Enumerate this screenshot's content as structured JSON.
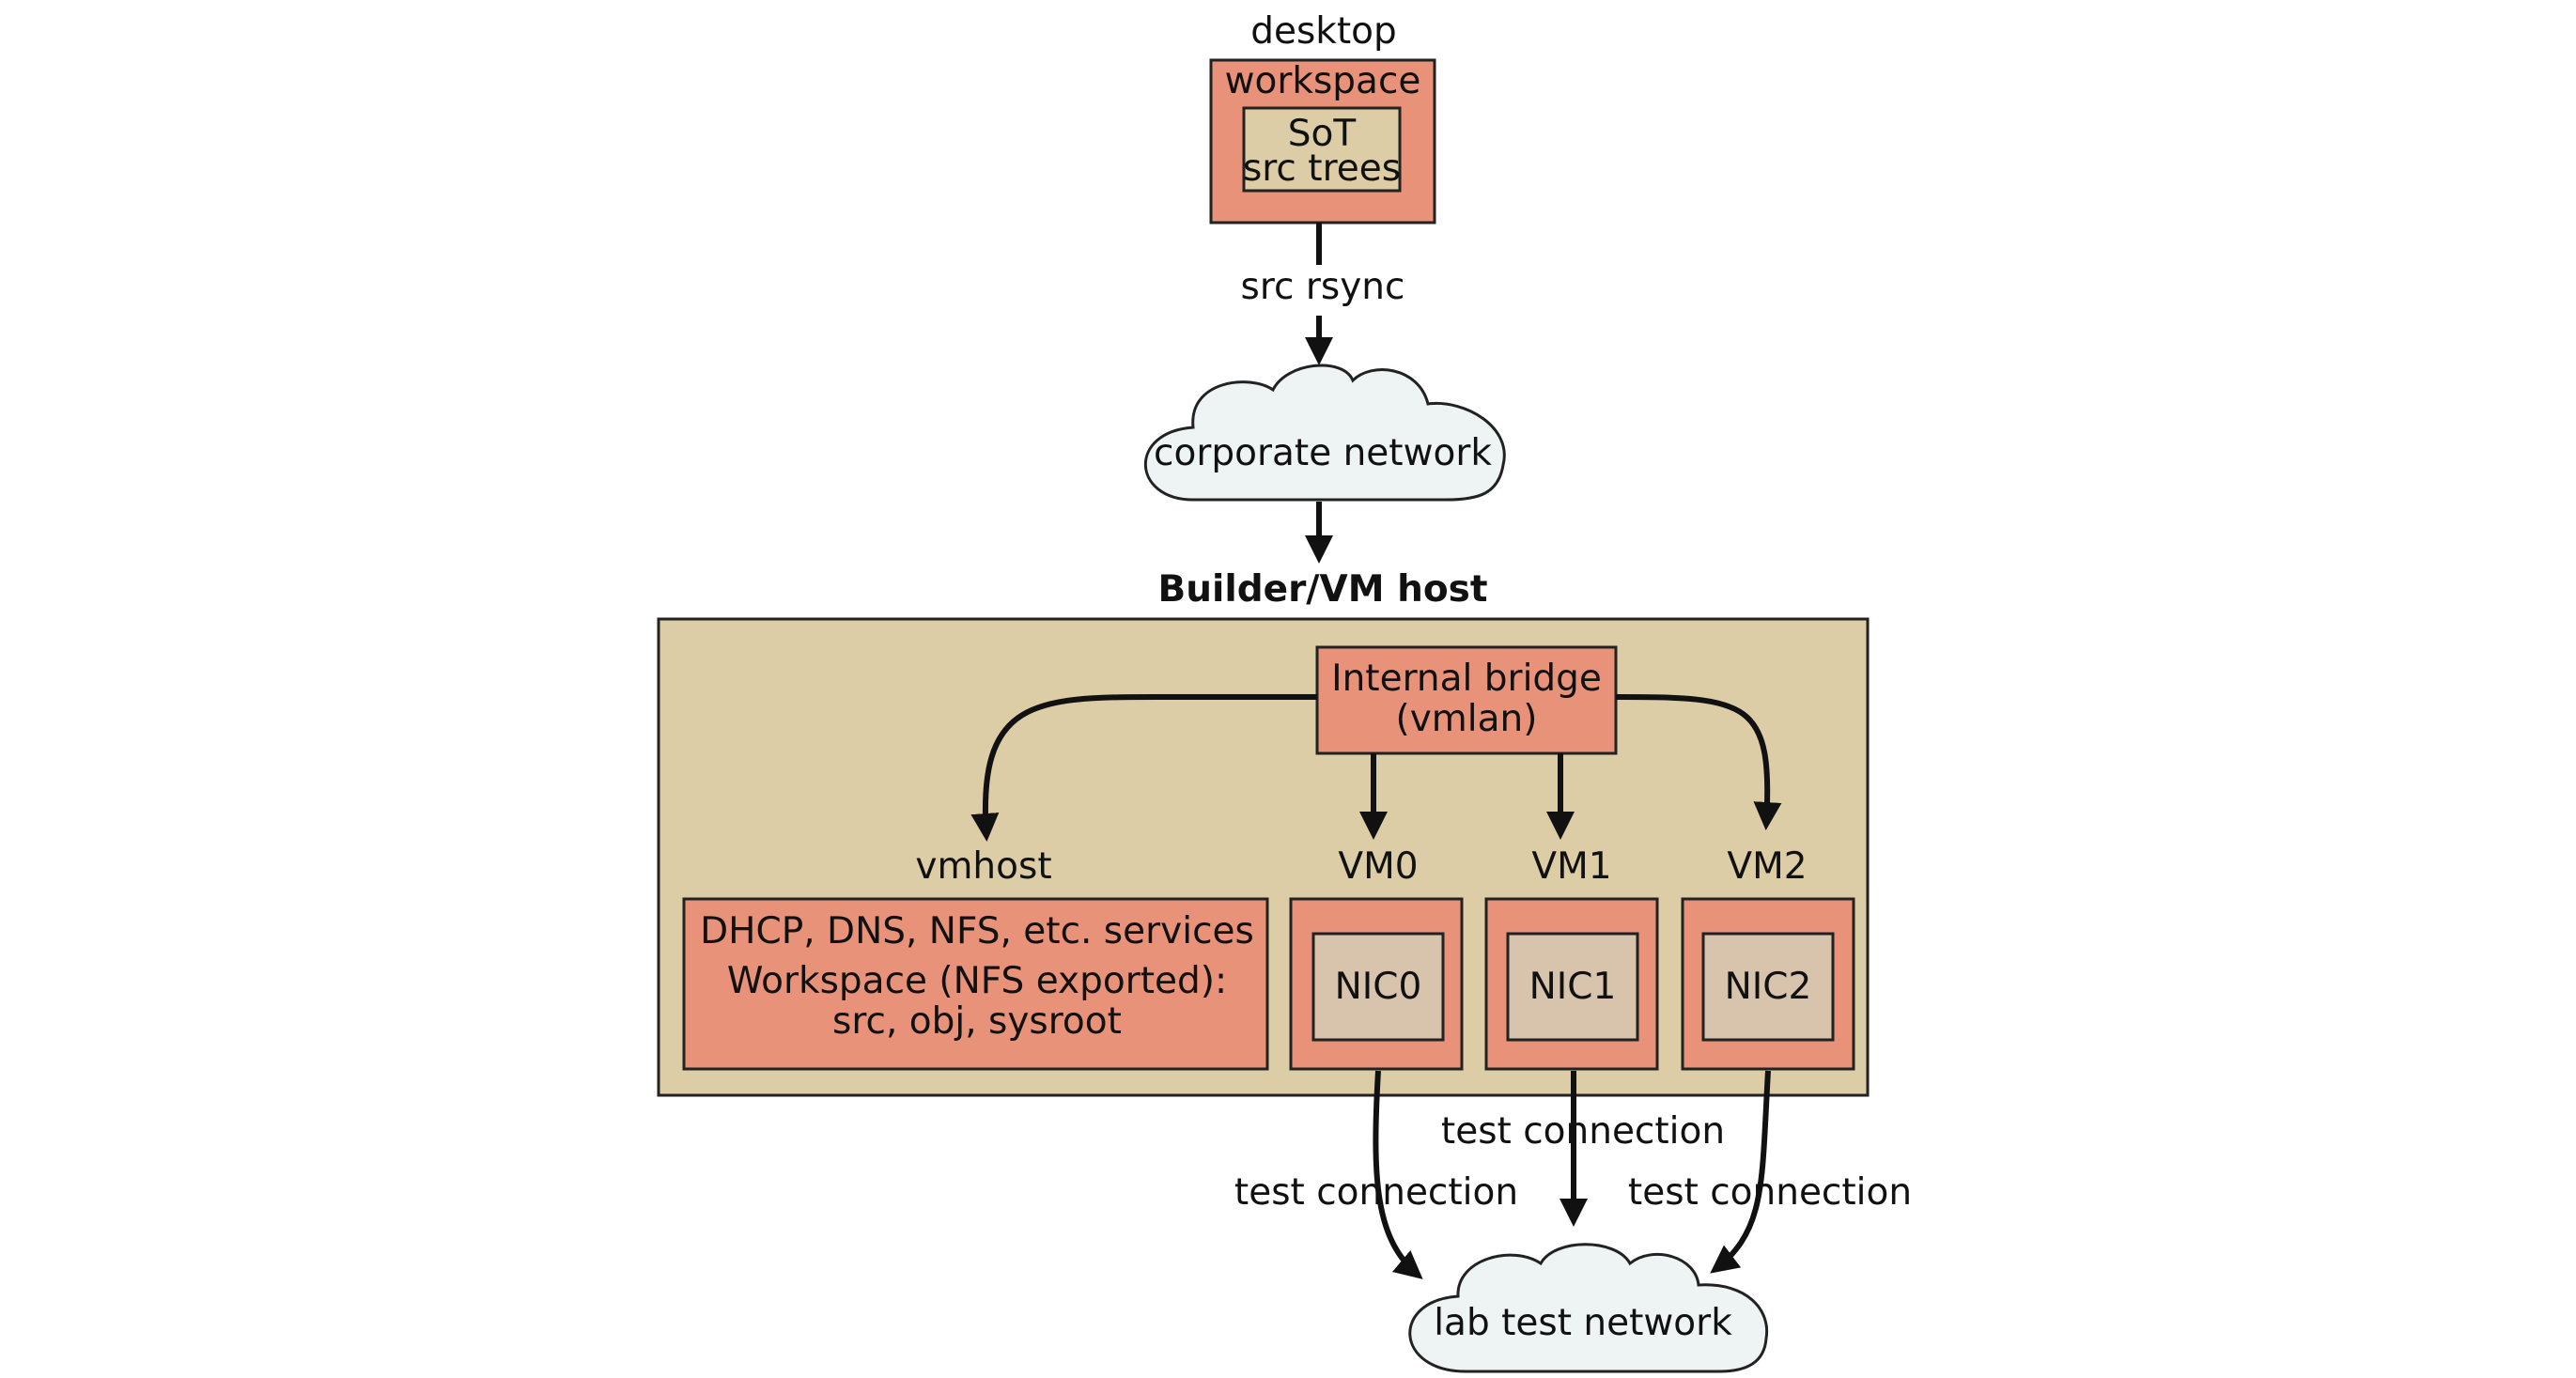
{
  "desktop": {
    "title": "desktop",
    "workspace": "workspace",
    "sot_line1": "SoT",
    "sot_line2": "src trees"
  },
  "src_rsync": "src rsync",
  "corporate_network": "corporate network",
  "builder": {
    "title": "Builder/VM host",
    "bridge_line1": "Internal bridge",
    "bridge_line2": "(vmlan)",
    "vmhost": {
      "label": "vmhost",
      "line1": "DHCP, DNS, NFS, etc. services",
      "line2": "Workspace (NFS exported):",
      "line3": "src, obj, sysroot"
    },
    "vms": [
      {
        "label": "VM0",
        "nic": "NIC0"
      },
      {
        "label": "VM1",
        "nic": "NIC1"
      },
      {
        "label": "VM2",
        "nic": "NIC2"
      }
    ]
  },
  "test_connections": [
    "test connection",
    "test connection",
    "test connection"
  ],
  "lab_test_network": "lab test network",
  "colors": {
    "orange_box": "#e8927a",
    "host_background": "#dccda7",
    "nic_box": "#d8c3ad",
    "cloud": "#eef3f3"
  }
}
